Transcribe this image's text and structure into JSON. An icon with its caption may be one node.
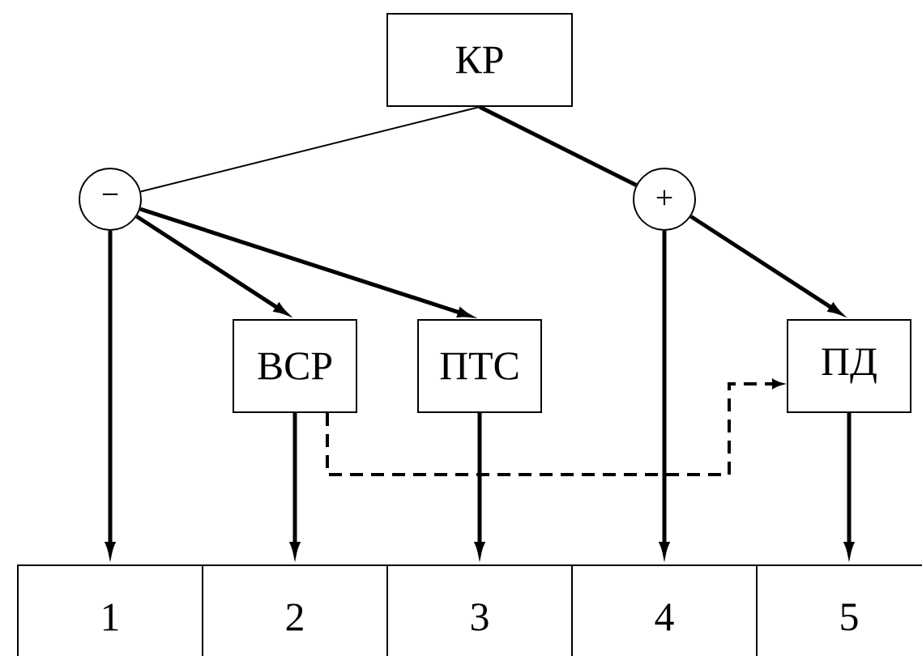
{
  "diagram": {
    "nodes": [
      {
        "text": [
          "КР"
        ]
      },
      {
        "text": [
          "−"
        ]
      },
      {
        "text": [
          "+"
        ]
      },
      {
        "text": [
          "ВСР"
        ]
      },
      {
        "text": [
          "ПТС"
        ]
      },
      {
        "text": [
          "ПД"
        ]
      },
      {
        "text": [
          "1"
        ]
      },
      {
        "text": [
          "2"
        ]
      },
      {
        "text": [
          "3"
        ]
      },
      {
        "text": [
          "4"
        ]
      },
      {
        "text": [
          "5"
        ]
      }
    ],
    "edges": [
      {
        "from": 0,
        "to": 1,
        "arrow": "none"
      },
      {
        "from": 0,
        "to": 2,
        "arrow": "none"
      },
      {
        "from": 1,
        "to": 3,
        "arrow": "to"
      },
      {
        "from": 1,
        "to": 4,
        "arrow": "to"
      },
      {
        "from": 2,
        "to": 5,
        "arrow": "to"
      },
      {
        "from": 1,
        "to": 6,
        "arrow": "to"
      },
      {
        "from": 3,
        "to": 7,
        "arrow": "to"
      },
      {
        "from": 4,
        "to": 8,
        "arrow": "to"
      },
      {
        "from": 2,
        "to": 9,
        "arrow": "to"
      },
      {
        "from": 5,
        "to": 10,
        "arrow": "to"
      },
      {
        "from": 3,
        "to": 5,
        "arrow": "to",
        "style": "dashed"
      }
    ]
  }
}
